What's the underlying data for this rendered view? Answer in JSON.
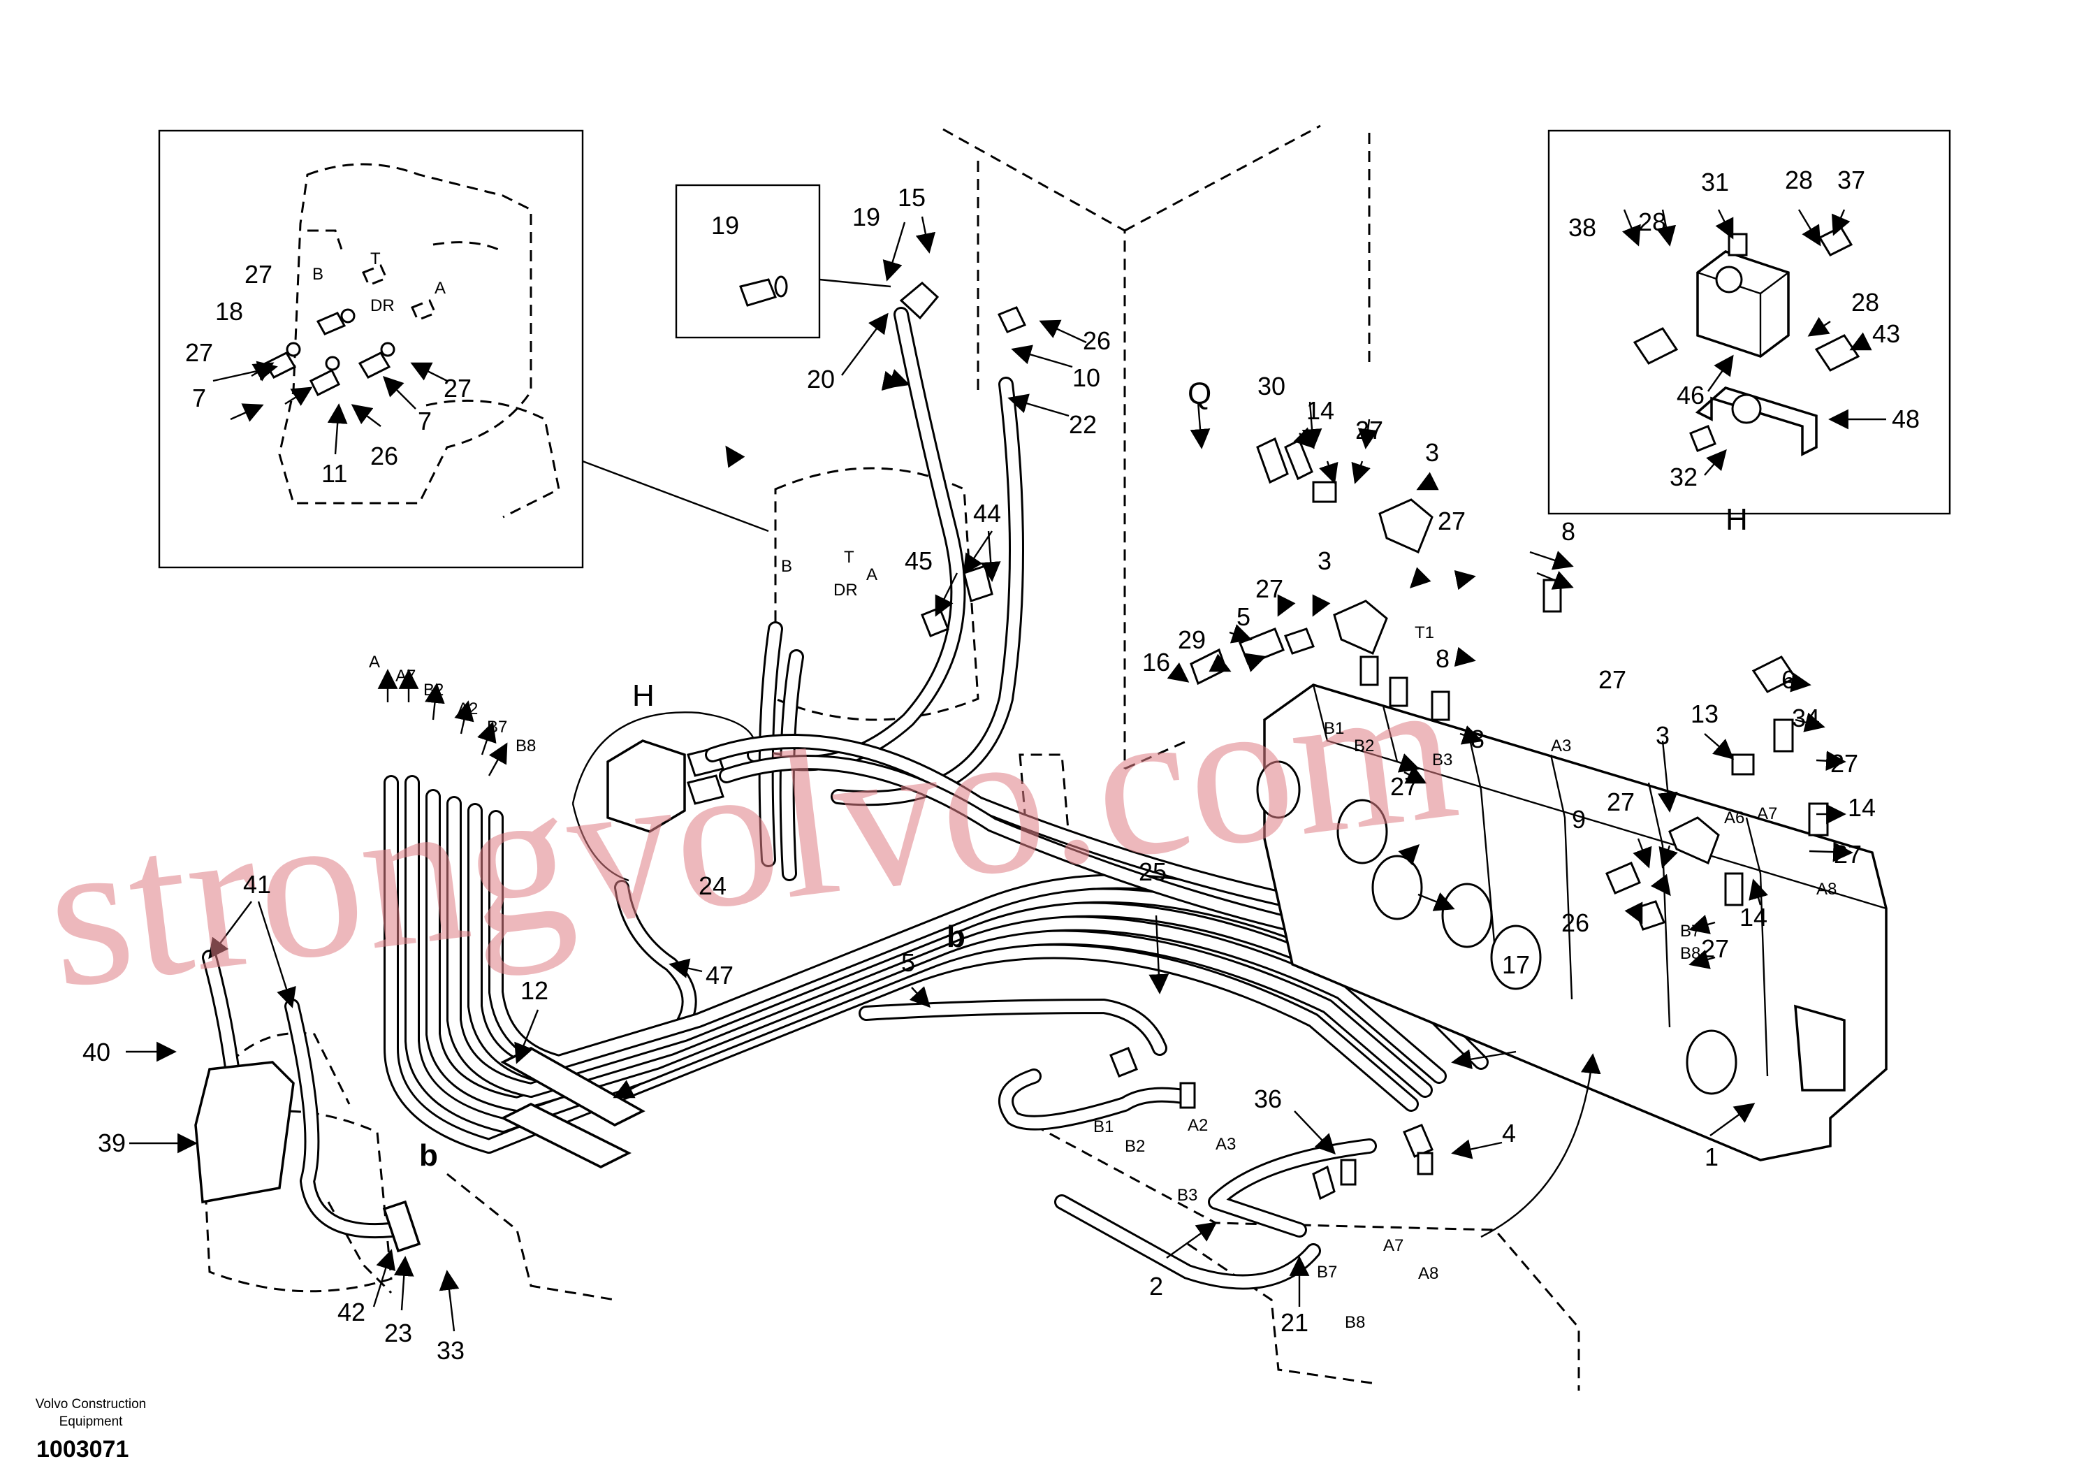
{
  "labels": {
    "n1": "1",
    "n2": "2",
    "n3a": "3",
    "n3b": "3",
    "n3c": "3",
    "n4": "4",
    "n5a": "5",
    "n5b": "5",
    "n6": "6",
    "n7a": "7",
    "n7b": "7",
    "n8a": "8",
    "n8b": "8",
    "n8c": "8",
    "n9": "9",
    "n10": "10",
    "n11": "11",
    "n12": "12",
    "n13": "13",
    "n14a": "14",
    "n14b": "14",
    "n14c": "14",
    "n15": "15",
    "n16": "16",
    "n17": "17",
    "n18": "18",
    "n19a": "19",
    "n19b": "19",
    "n20": "20",
    "n21": "21",
    "n22": "22",
    "n23": "23",
    "n24": "24",
    "n25": "25",
    "n26a": "26",
    "n26b": "26",
    "n26c": "26",
    "n27a": "27",
    "n27b": "27",
    "n27c": "27",
    "n27d": "27",
    "n27e": "27",
    "n27f": "27",
    "n27g": "27",
    "n27h": "27",
    "n27i": "27",
    "n27j": "27",
    "n27k": "27",
    "n27l": "27",
    "n28a": "28",
    "n28b": "28",
    "n28c": "28",
    "n29": "29",
    "n30": "30",
    "n31": "31",
    "n32": "32",
    "n33": "33",
    "n34": "34",
    "n36": "36",
    "n37": "37",
    "n38": "38",
    "n39": "39",
    "n40": "40",
    "n41": "41",
    "n42": "42",
    "n43": "43",
    "n44": "44",
    "n45": "45",
    "n46": "46",
    "n47": "47",
    "n48": "48"
  },
  "ports": {
    "a": "A",
    "a7": "A7",
    "b2": "B2",
    "a2": "A2",
    "b7": "B7",
    "b8": "B8",
    "b1": "B1",
    "b2c": "B2",
    "b3": "B3",
    "a3": "A3",
    "a6": "A6",
    "a7c": "A7",
    "a8": "A8",
    "b7c": "B7",
    "b8c": "B8",
    "t1": "T1",
    "pb1": "B1",
    "pb2": "B2",
    "pa2": "A2",
    "pa3": "A3",
    "pb3": "B3",
    "pa7": "A7",
    "pb7": "B7",
    "pb8": "B8",
    "pa8": "A8",
    "ib": "B",
    "it": "T",
    "idr": "DR",
    "ia": "A",
    "mb": "B",
    "mt": "T",
    "mdr": "DR",
    "ma": "A"
  },
  "letters": {
    "q": "Q",
    "h_detail": "H",
    "h_circle": "H",
    "b_top": "b",
    "b_bottom": "b"
  },
  "footer": {
    "credit_line1": "Volvo Construction",
    "credit_line2": "Equipment",
    "doc_number": "1003071"
  },
  "watermark": "strongvolvo.com"
}
